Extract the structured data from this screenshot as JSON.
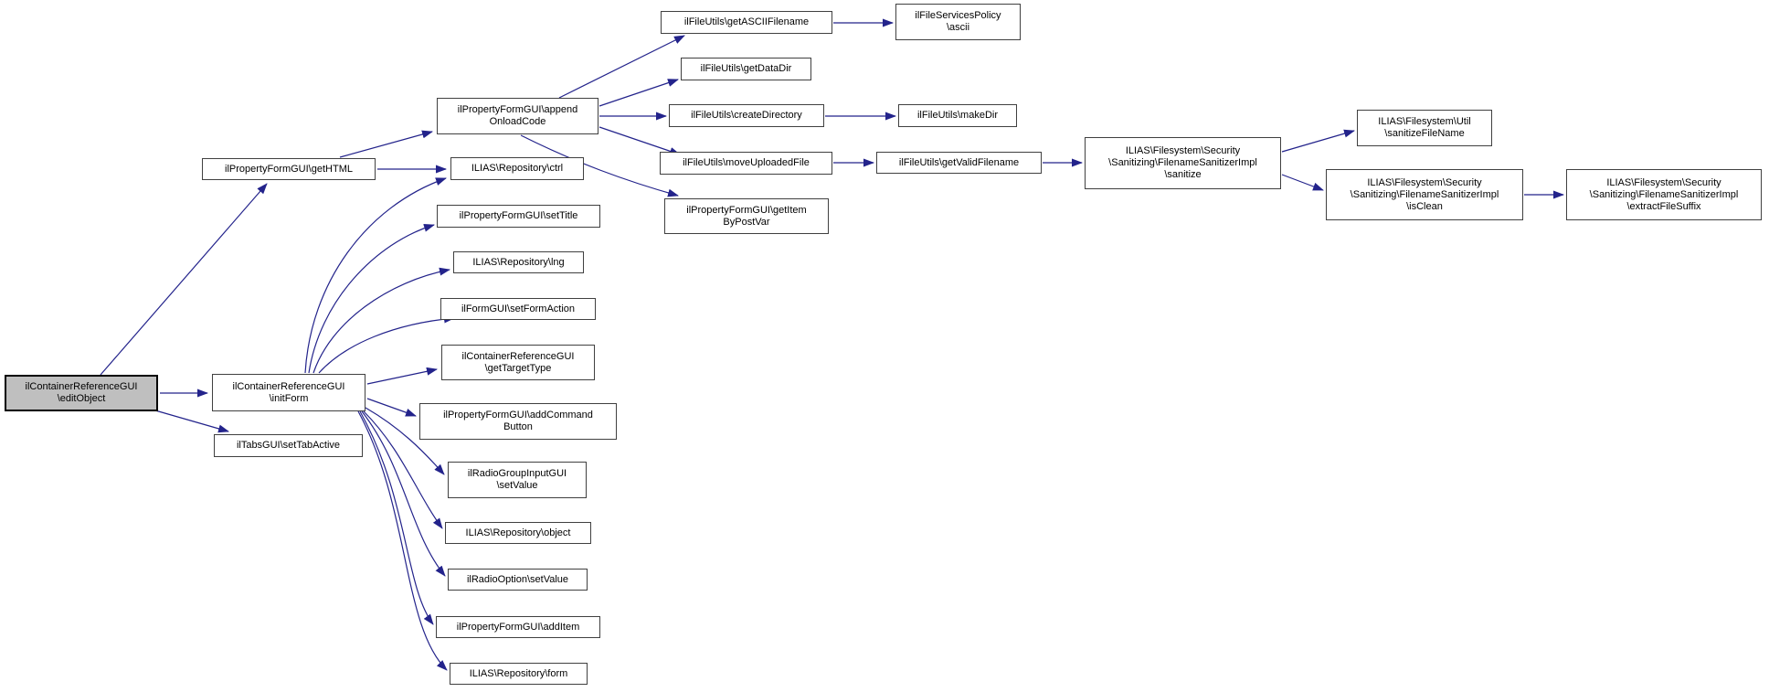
{
  "diagram": {
    "type": "call-graph",
    "edge_color": "#23238b",
    "node_border_color": "#404040",
    "highlight_fill": "#bfbfbf",
    "nodes": [
      {
        "id": "editObject",
        "label": "ilContainerReferenceGUI\n\\editObject",
        "highlighted": true
      },
      {
        "id": "getHTML",
        "label": "ilPropertyFormGUI\\getHTML",
        "highlighted": false
      },
      {
        "id": "initForm",
        "label": "ilContainerReferenceGUI\n\\initForm",
        "highlighted": false
      },
      {
        "id": "setTabActive",
        "label": "ilTabsGUI\\setTabActive",
        "highlighted": false
      },
      {
        "id": "appendOnloadCode",
        "label": "ilPropertyFormGUI\\append\nOnloadCode",
        "highlighted": false
      },
      {
        "id": "repositoryCtrl",
        "label": "ILIAS\\Repository\\ctrl",
        "highlighted": false
      },
      {
        "id": "setTitle",
        "label": "ilPropertyFormGUI\\setTitle",
        "highlighted": false
      },
      {
        "id": "repositoryLng",
        "label": "ILIAS\\Repository\\lng",
        "highlighted": false
      },
      {
        "id": "setFormAction",
        "label": "ilFormGUI\\setFormAction",
        "highlighted": false
      },
      {
        "id": "getTargetType",
        "label": "ilContainerReferenceGUI\n\\getTargetType",
        "highlighted": false
      },
      {
        "id": "addCommandButton",
        "label": "ilPropertyFormGUI\\addCommand\nButton",
        "highlighted": false
      },
      {
        "id": "radioGroupSetValue",
        "label": "ilRadioGroupInputGUI\n\\setValue",
        "highlighted": false
      },
      {
        "id": "repositoryObject",
        "label": "ILIAS\\Repository\\object",
        "highlighted": false
      },
      {
        "id": "radioOptionSetValue",
        "label": "ilRadioOption\\setValue",
        "highlighted": false
      },
      {
        "id": "addItem",
        "label": "ilPropertyFormGUI\\addItem",
        "highlighted": false
      },
      {
        "id": "repositoryForm",
        "label": "ILIAS\\Repository\\form",
        "highlighted": false
      },
      {
        "id": "getASCIIFilename",
        "label": "ilFileUtils\\getASCIIFilename",
        "highlighted": false
      },
      {
        "id": "getDataDir",
        "label": "ilFileUtils\\getDataDir",
        "highlighted": false
      },
      {
        "id": "createDirectory",
        "label": "ilFileUtils\\createDirectory",
        "highlighted": false
      },
      {
        "id": "moveUploadedFile",
        "label": "ilFileUtils\\moveUploadedFile",
        "highlighted": false
      },
      {
        "id": "getItemByPostVar",
        "label": "ilPropertyFormGUI\\getItem\nByPostVar",
        "highlighted": false
      },
      {
        "id": "fileServicesAscii",
        "label": "ilFileServicesPolicy\n\\ascii",
        "highlighted": false
      },
      {
        "id": "makeDir",
        "label": "ilFileUtils\\makeDir",
        "highlighted": false
      },
      {
        "id": "getValidFilename",
        "label": "ilFileUtils\\getValidFilename",
        "highlighted": false
      },
      {
        "id": "sanitize",
        "label": "ILIAS\\Filesystem\\Security\n\\Sanitizing\\FilenameSanitizerImpl\n\\sanitize",
        "highlighted": false
      },
      {
        "id": "sanitizeFileName",
        "label": "ILIAS\\Filesystem\\Util\n\\sanitizeFileName",
        "highlighted": false
      },
      {
        "id": "isClean",
        "label": "ILIAS\\Filesystem\\Security\n\\Sanitizing\\FilenameSanitizerImpl\n\\isClean",
        "highlighted": false
      },
      {
        "id": "extractFileSuffix",
        "label": "ILIAS\\Filesystem\\Security\n\\Sanitizing\\FilenameSanitizerImpl\n\\extractFileSuffix",
        "highlighted": false
      }
    ],
    "edges": [
      {
        "from": "editObject",
        "to": "getHTML"
      },
      {
        "from": "editObject",
        "to": "initForm"
      },
      {
        "from": "editObject",
        "to": "setTabActive"
      },
      {
        "from": "getHTML",
        "to": "appendOnloadCode"
      },
      {
        "from": "getHTML",
        "to": "repositoryCtrl"
      },
      {
        "from": "initForm",
        "to": "repositoryCtrl"
      },
      {
        "from": "initForm",
        "to": "setTitle"
      },
      {
        "from": "initForm",
        "to": "repositoryLng"
      },
      {
        "from": "initForm",
        "to": "setFormAction"
      },
      {
        "from": "initForm",
        "to": "getTargetType"
      },
      {
        "from": "initForm",
        "to": "addCommandButton"
      },
      {
        "from": "initForm",
        "to": "radioGroupSetValue"
      },
      {
        "from": "initForm",
        "to": "repositoryObject"
      },
      {
        "from": "initForm",
        "to": "radioOptionSetValue"
      },
      {
        "from": "initForm",
        "to": "addItem"
      },
      {
        "from": "initForm",
        "to": "repositoryForm"
      },
      {
        "from": "appendOnloadCode",
        "to": "getASCIIFilename"
      },
      {
        "from": "appendOnloadCode",
        "to": "getDataDir"
      },
      {
        "from": "appendOnloadCode",
        "to": "createDirectory"
      },
      {
        "from": "appendOnloadCode",
        "to": "moveUploadedFile"
      },
      {
        "from": "appendOnloadCode",
        "to": "getItemByPostVar"
      },
      {
        "from": "getASCIIFilename",
        "to": "fileServicesAscii"
      },
      {
        "from": "createDirectory",
        "to": "makeDir"
      },
      {
        "from": "moveUploadedFile",
        "to": "getValidFilename"
      },
      {
        "from": "getValidFilename",
        "to": "sanitize"
      },
      {
        "from": "sanitize",
        "to": "sanitizeFileName"
      },
      {
        "from": "sanitize",
        "to": "isClean"
      },
      {
        "from": "isClean",
        "to": "extractFileSuffix"
      }
    ]
  }
}
